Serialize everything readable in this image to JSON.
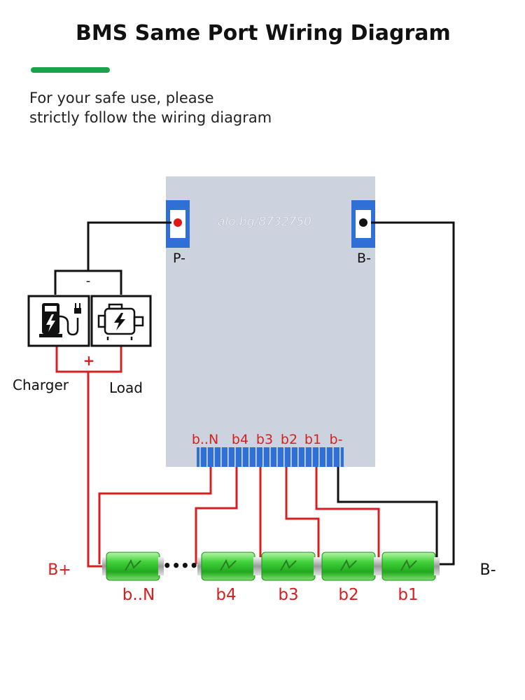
{
  "title": "BMS Same Port Wiring Diagram",
  "subtitle_lines": [
    "For your safe use, please",
    "strictly follow the wiring diagram"
  ],
  "watermark": "alo.bg/8732750",
  "ports": {
    "p_minus": "P-",
    "b_minus": "B-"
  },
  "devices": {
    "minus_sign": "-",
    "plus_sign": "+",
    "charger": "Charger",
    "load": "Load"
  },
  "connector_labels": [
    "b..N",
    "b4",
    "b3",
    "b2",
    "b1",
    "b-"
  ],
  "battery_labels": [
    "b..N",
    "b4",
    "b3",
    "b2",
    "b1"
  ],
  "terminals": {
    "b_plus": "B+",
    "b_minus": "B-"
  },
  "dots": "••••",
  "colors": {
    "red_wire": "#d42020",
    "black_wire": "#111111",
    "board": "#cdd3de",
    "connector": "#2f6fd6",
    "battery_green": "#35c935",
    "accent": "#1aa34a"
  },
  "icons": [
    "charging-station-icon",
    "motor-icon"
  ]
}
